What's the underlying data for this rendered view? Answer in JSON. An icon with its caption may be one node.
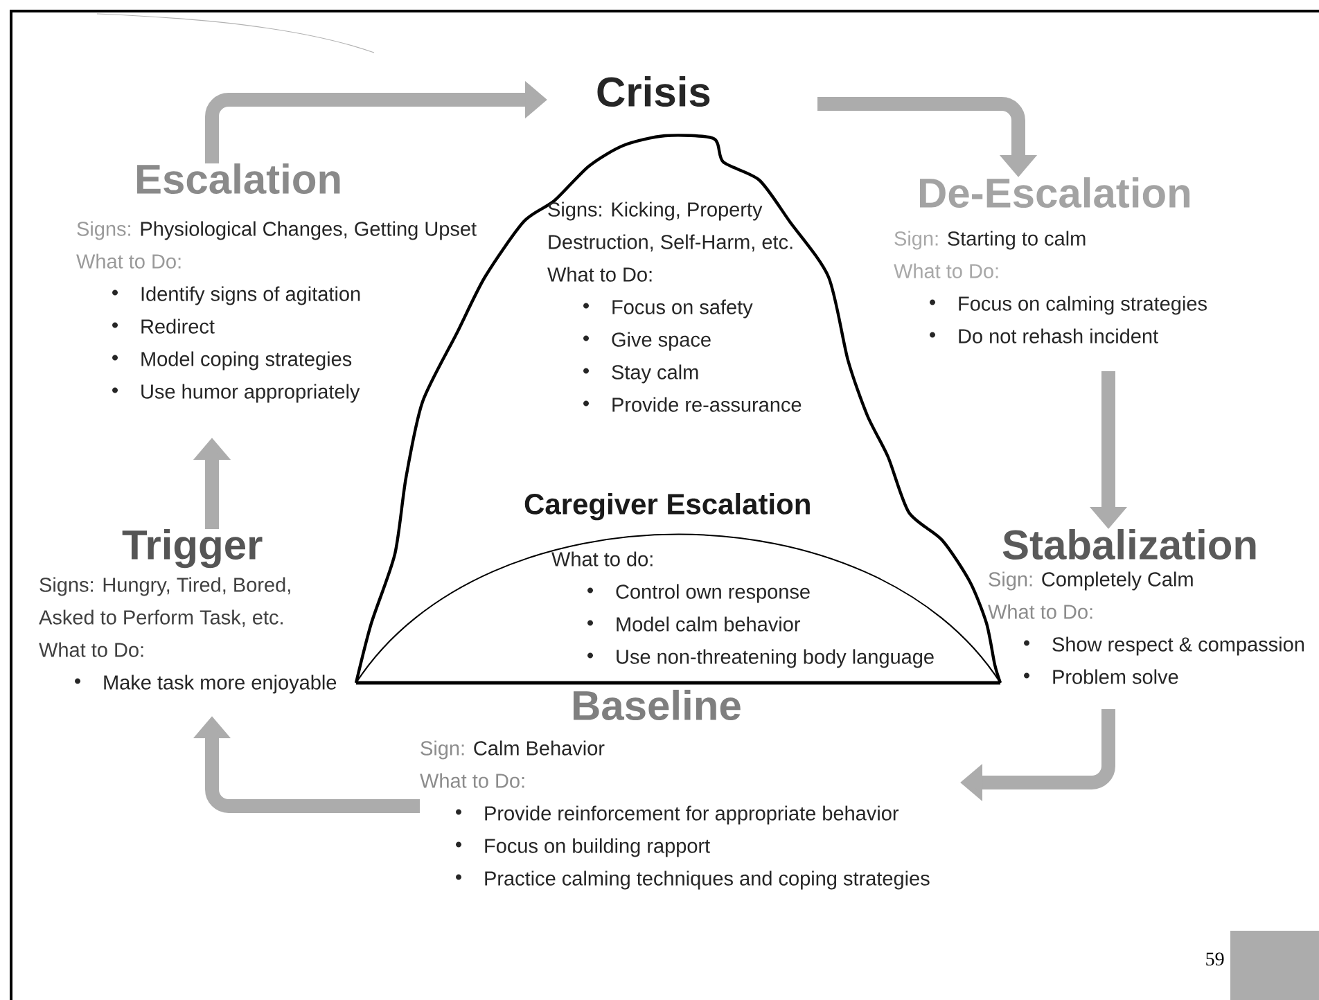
{
  "diagram": {
    "nodes": [
      {
        "text": [
          "Crisis",
          "Signs: Kicking, Property Destruction, Self-Harm, etc.",
          "What to Do:",
          "Focus on safety",
          "Give space",
          "Stay calm",
          "Provide re-assurance"
        ]
      },
      {
        "text": [
          "De-Escalation",
          "Sign:",
          "Starting to calm",
          "What to Do:",
          "Focus on calming strategies",
          "Do not rehash incident"
        ]
      },
      {
        "text": [
          "Stabalization",
          "Sign:",
          "Completely Calm",
          "What to Do:",
          "Show respect & compassion",
          "Problem solve"
        ]
      },
      {
        "text": [
          "Baseline",
          "Sign:",
          "Calm Behavior",
          "What to Do:",
          "Provide reinforcement for appropriate behavior",
          "Focus on building rapport",
          "Practice calming techniques and coping strategies"
        ]
      },
      {
        "text": [
          "Trigger",
          "Signs: Hungry, Tired, Bored, Asked to Perform Task, etc.",
          "What to Do:",
          "Make task more enjoyable"
        ]
      },
      {
        "text": [
          "Escalation",
          "Signs:",
          "Physiological Changes, Getting Upset",
          "What to Do:",
          "Identify signs of agitation",
          "Redirect",
          "Model coping strategies",
          "Use humor appropriately"
        ]
      },
      {
        "text": [
          "Caregiver Escalation",
          "What to do:",
          "Control own response",
          "Model calm behavior",
          "Use non-threatening body language"
        ]
      }
    ],
    "edges": [
      {
        "from": 5,
        "to": 0,
        "arrow": "to"
      },
      {
        "from": 0,
        "to": 1,
        "arrow": "to"
      },
      {
        "from": 1,
        "to": 2,
        "arrow": "to"
      },
      {
        "from": 2,
        "to": 3,
        "arrow": "to"
      },
      {
        "from": 3,
        "to": 4,
        "arrow": "to"
      },
      {
        "from": 4,
        "to": 5,
        "arrow": "to"
      }
    ],
    "labels": [
      "59"
    ]
  }
}
